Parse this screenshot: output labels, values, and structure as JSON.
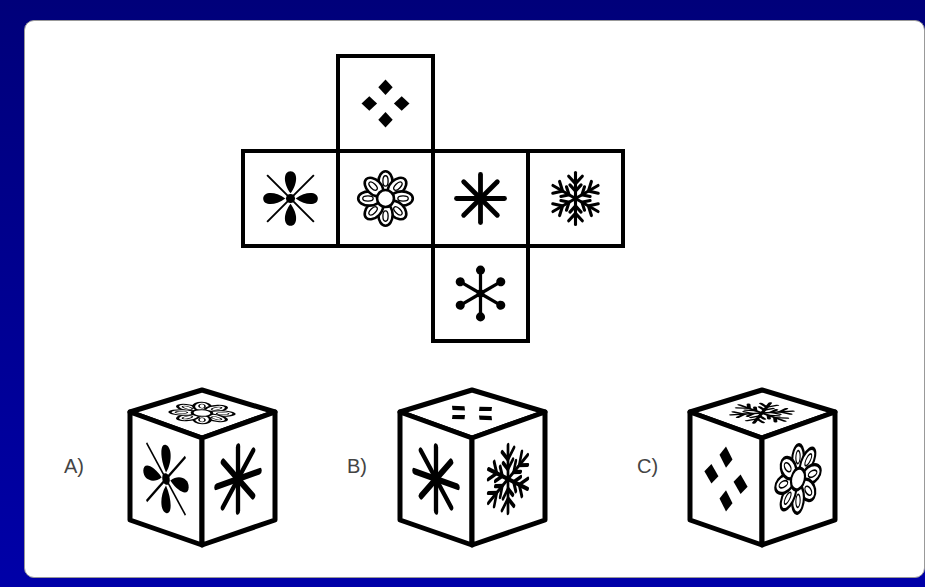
{
  "diagram": {
    "labels": [
      "A)",
      "B)",
      "C)"
    ]
  }
}
